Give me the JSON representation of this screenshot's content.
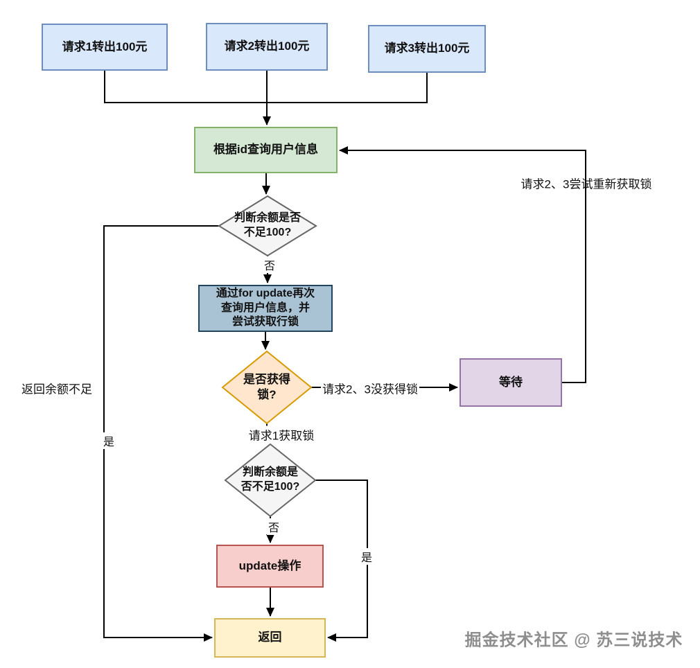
{
  "nodes": {
    "req1": {
      "label": "请求1转出100元",
      "fill": "#dae8fc",
      "border": "#6c8ebf"
    },
    "req2": {
      "label": "请求2转出100元",
      "fill": "#dae8fc",
      "border": "#6c8ebf"
    },
    "req3": {
      "label": "请求3转出100元",
      "fill": "#dae8fc",
      "border": "#6c8ebf"
    },
    "query_user": {
      "label": "根据id查询用户信息",
      "fill": "#d5e8d4",
      "border": "#82b366"
    },
    "balance_check_1": {
      "line1": "判断余额是否",
      "line2": "不足100?",
      "fill": "#f5f5f5",
      "border": "#666666"
    },
    "for_update": {
      "line1": "通过for update再次",
      "line2": "查询用户信息，并",
      "line3": "尝试获取行锁",
      "fill": "#a9c2d4",
      "border": "#23445e"
    },
    "lock_check": {
      "line1": "是否获得",
      "line2": "锁?",
      "fill": "#ffe6cc",
      "border": "#d79b00"
    },
    "wait": {
      "label": "等待",
      "fill": "#e1d5e7",
      "border": "#9673a6"
    },
    "balance_check_2": {
      "line1": "判断余额是",
      "line2": "否不足100?",
      "fill": "#f5f5f5",
      "border": "#666666"
    },
    "update_op": {
      "label": "update操作",
      "fill": "#f8cecc",
      "border": "#b85450"
    },
    "return": {
      "label": "返回",
      "fill": "#fff2cc",
      "border": "#d6b656"
    }
  },
  "edge_labels": {
    "no_1": "否",
    "no_2": "否",
    "yes_left": "是",
    "yes_right": "是",
    "req1_got_lock": "请求1获取锁",
    "req23_no_lock": "请求2、3没获得锁",
    "req23_retry": "请求2、3尝试重新获取锁",
    "insufficient_balance": "返回余额不足"
  },
  "watermark": "掘金技术社区 @ 苏三说技术",
  "line_color": "#000000"
}
